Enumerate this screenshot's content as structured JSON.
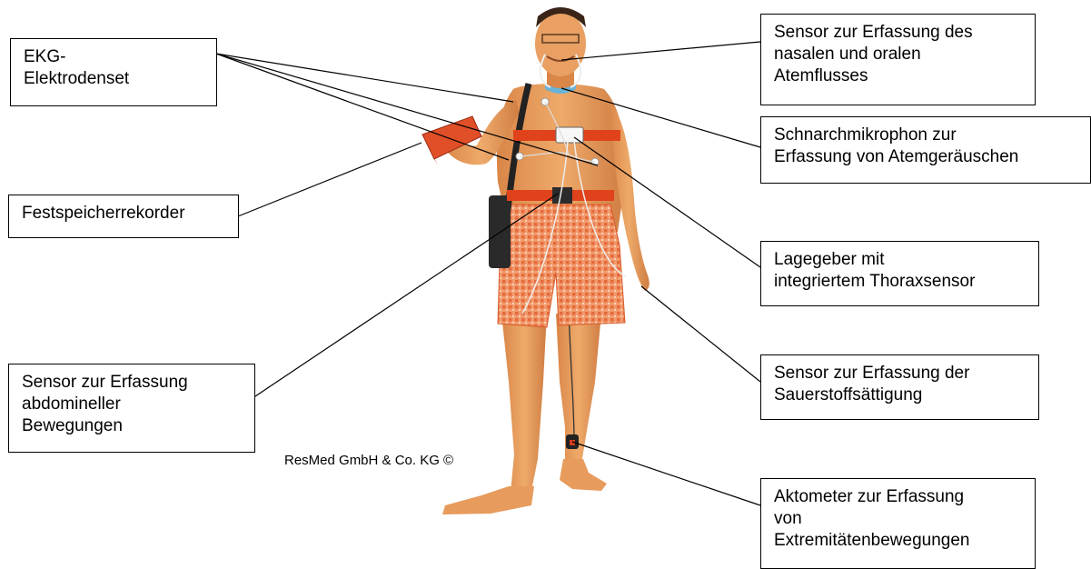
{
  "labels": {
    "ekg": "EKG-\nElektrodenset",
    "recorder": "Festspeicherrekorder",
    "abdominal": "Sensor zur Erfassung\nabdomineller\nBewegungen",
    "nasal_oral_flow": "Sensor zur Erfassung des\nnasalen und oralen\nAtemflusses",
    "snore_mic": "Schnarchmikrophon zur\nErfassung von Atemgeräuschen",
    "position_sensor": "Lagegeber mit\nintegriertem Thoraxsensor",
    "oxygen_saturation": "Sensor zur Erfassung der\nSauerstoffsättigung",
    "actometer": "Aktometer zur Erfassung\nvon\nExtremitätenbewegungen"
  },
  "copyright": "ResMed GmbH & Co. KG ©",
  "colors": {
    "skin": "#e8a15e",
    "skin_dark": "#c9763a",
    "belt": "#e0431c",
    "shorts": "#ef8a5c",
    "line": "#000000"
  }
}
